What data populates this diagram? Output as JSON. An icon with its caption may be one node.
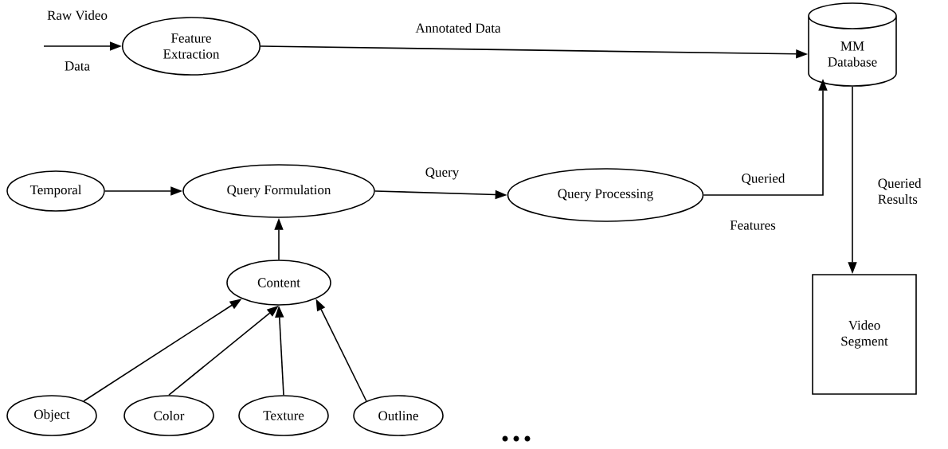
{
  "diagram": {
    "nodes": [
      {
        "text": [
          "Feature Extraction"
        ]
      },
      {
        "text": [
          "MM Database"
        ]
      },
      {
        "text": [
          "Temporal"
        ]
      },
      {
        "text": [
          "Query Formulation"
        ]
      },
      {
        "text": [
          "Query Processing"
        ]
      },
      {
        "text": [
          "Content"
        ]
      },
      {
        "text": [
          "Object"
        ]
      },
      {
        "text": [
          "Color"
        ]
      },
      {
        "text": [
          "Texture"
        ]
      },
      {
        "text": [
          "Outline"
        ]
      },
      {
        "text": [
          "Video Segment"
        ]
      }
    ],
    "edges": [
      {
        "from": null,
        "to": 0,
        "arrow": "to",
        "label": "Raw Video"
      },
      {
        "from": 0,
        "to": 1,
        "arrow": "to",
        "label": "Annotated Data"
      },
      {
        "from": 2,
        "to": 3,
        "arrow": "to"
      },
      {
        "from": 3,
        "to": 4,
        "arrow": "to",
        "label": "Query"
      },
      {
        "from": 4,
        "to": 1,
        "arrow": "to",
        "label": "Queried"
      },
      {
        "from": 1,
        "to": 10,
        "arrow": "to",
        "label": "Queried Results"
      },
      {
        "from": 5,
        "to": 3,
        "arrow": "to"
      },
      {
        "from": 6,
        "to": 5,
        "arrow": "to"
      },
      {
        "from": 7,
        "to": 5,
        "arrow": "to"
      },
      {
        "from": 8,
        "to": 5,
        "arrow": "to"
      },
      {
        "from": 9,
        "to": 5,
        "arrow": "to"
      }
    ],
    "labels": [
      "Data",
      "Features"
    ]
  }
}
